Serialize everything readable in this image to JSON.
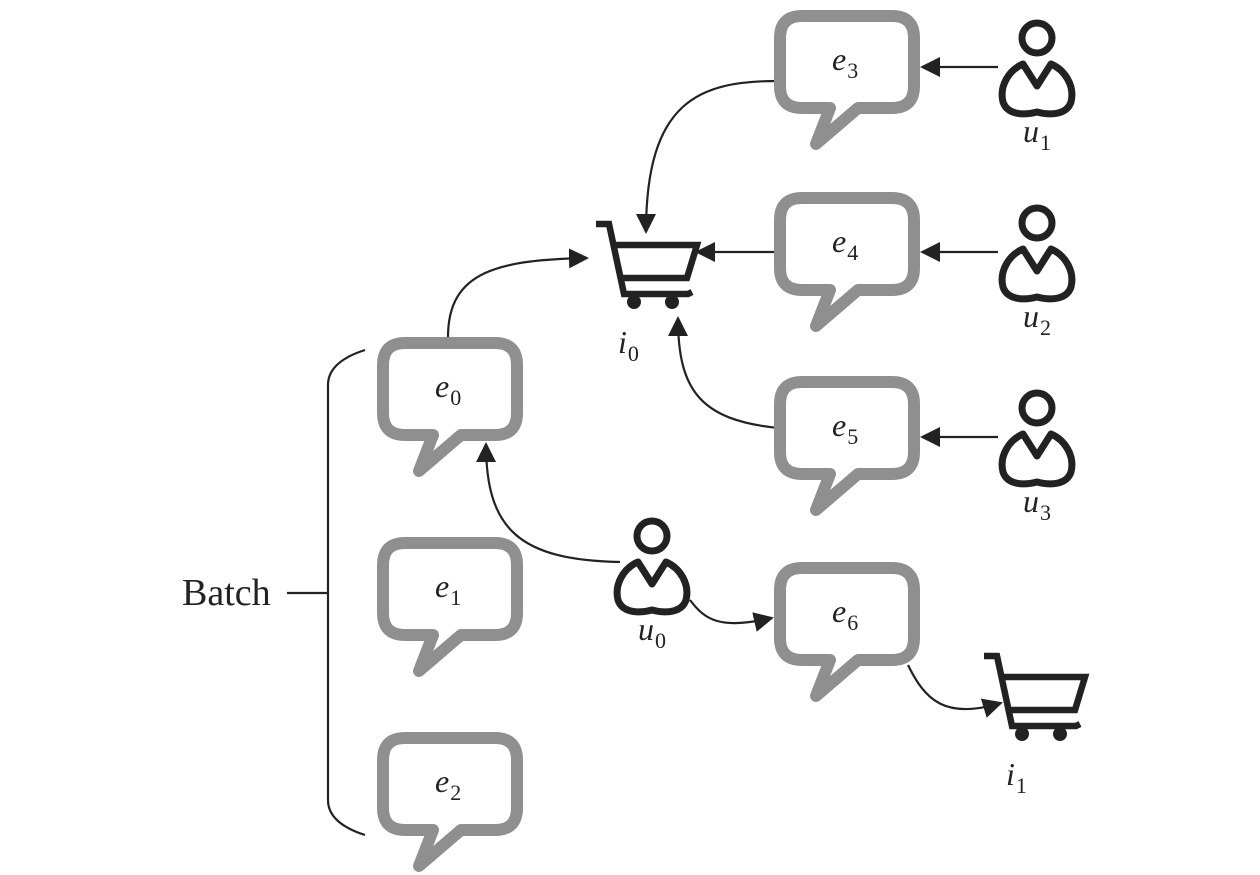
{
  "colors": {
    "bubble": "#8f8f8f",
    "ink": "#222222",
    "background": "#ffffff"
  },
  "batch": {
    "label": "Batch",
    "members": [
      "e0",
      "e1",
      "e2"
    ]
  },
  "nodes": {
    "events": [
      {
        "id": "e0",
        "type": "speech-bubble",
        "base": "e",
        "sub": "0"
      },
      {
        "id": "e1",
        "type": "speech-bubble",
        "base": "e",
        "sub": "1"
      },
      {
        "id": "e2",
        "type": "speech-bubble",
        "base": "e",
        "sub": "2"
      },
      {
        "id": "e3",
        "type": "speech-bubble",
        "base": "e",
        "sub": "3"
      },
      {
        "id": "e4",
        "type": "speech-bubble",
        "base": "e",
        "sub": "4"
      },
      {
        "id": "e5",
        "type": "speech-bubble",
        "base": "e",
        "sub": "5"
      },
      {
        "id": "e6",
        "type": "speech-bubble",
        "base": "e",
        "sub": "6"
      }
    ],
    "users": [
      {
        "id": "u0",
        "icon": "user-icon",
        "base": "u",
        "sub": "0"
      },
      {
        "id": "u1",
        "icon": "user-icon",
        "base": "u",
        "sub": "1"
      },
      {
        "id": "u2",
        "icon": "user-icon",
        "base": "u",
        "sub": "2"
      },
      {
        "id": "u3",
        "icon": "user-icon",
        "base": "u",
        "sub": "3"
      }
    ],
    "items": [
      {
        "id": "i0",
        "icon": "shopping-cart-icon",
        "base": "i",
        "sub": "0"
      },
      {
        "id": "i1",
        "icon": "shopping-cart-icon",
        "base": "i",
        "sub": "1"
      }
    ]
  },
  "edges": [
    {
      "from": "u1",
      "to": "e3"
    },
    {
      "from": "u2",
      "to": "e4"
    },
    {
      "from": "u3",
      "to": "e5"
    },
    {
      "from": "e3",
      "to": "i0"
    },
    {
      "from": "e4",
      "to": "i0"
    },
    {
      "from": "e5",
      "to": "i0"
    },
    {
      "from": "e0",
      "to": "i0"
    },
    {
      "from": "u0",
      "to": "e0"
    },
    {
      "from": "u0",
      "to": "e6"
    },
    {
      "from": "e6",
      "to": "i1"
    }
  ]
}
